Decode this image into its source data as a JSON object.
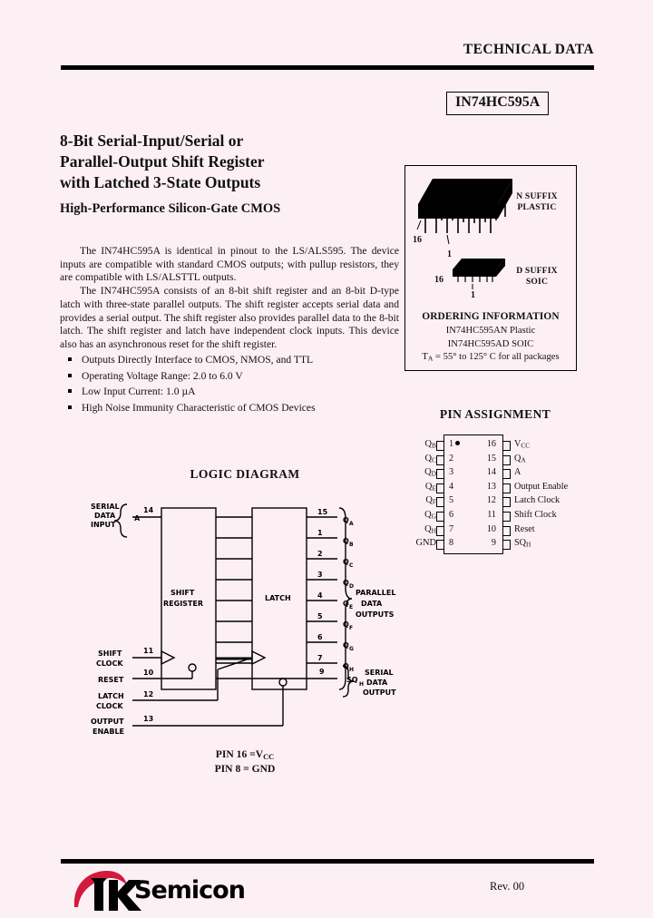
{
  "header": {
    "technical_data": "TECHNICAL DATA",
    "part_number": "IN74HC595A"
  },
  "title": {
    "line1": "8-Bit Serial-Input/Serial or",
    "line2": "Parallel-Output Shift Register",
    "line3": "with Latched 3-State Outputs",
    "subtitle": "High-Performance Silicon-Gate CMOS"
  },
  "body": {
    "paragraph1": "The IN74HC595A is identical in pinout to the LS/ALS595. The device inputs are compatible with standard CMOS outputs; with pullup resistors, they are compatible with LS/ALSTTL outputs.",
    "paragraph2": "The IN74HC595A consists of an 8-bit shift register and an 8-bit D-type latch with three-state parallel outputs. The shift register accepts serial data and provides a serial output. The shift register also provides parallel data to the 8-bit latch. The shift register and latch have independent clock inputs. This device also has an asynchronous reset for the shift register."
  },
  "features": [
    "Outputs Directly Interface to CMOS, NMOS, and TTL",
    "Operating Voltage Range: 2.0 to 6.0 V",
    "Low Input Current: 1.0 µA",
    "High Noise Immunity Characteristic of CMOS Devices"
  ],
  "package_box": {
    "n_suffix_line1": "N SUFFIX",
    "n_suffix_line2": "PLASTIC",
    "d_suffix_line1": "D SUFFIX",
    "d_suffix_line2": "SOIC",
    "dip_pin16": "16",
    "dip_pin1": "1",
    "soic_pin16": "16",
    "soic_pin1": "1",
    "ordering_title": "ORDERING INFORMATION",
    "ordering_line1": "IN74HC595AN Plastic",
    "ordering_line2": "IN74HC595AD SOIC",
    "temp_prefix": "T",
    "temp_sub": "A",
    "temp_rest": " =  55° to 125° C for all packages"
  },
  "pin_assignment": {
    "title": "PIN ASSIGNMENT",
    "left": [
      {
        "num": "1",
        "label": "Q",
        "sub": "B"
      },
      {
        "num": "2",
        "label": "Q",
        "sub": "C"
      },
      {
        "num": "3",
        "label": "Q",
        "sub": "D"
      },
      {
        "num": "4",
        "label": "Q",
        "sub": "E"
      },
      {
        "num": "5",
        "label": "Q",
        "sub": "F"
      },
      {
        "num": "6",
        "label": "Q",
        "sub": "G"
      },
      {
        "num": "7",
        "label": "Q",
        "sub": "H"
      },
      {
        "num": "8",
        "label": "GND",
        "sub": ""
      }
    ],
    "right": [
      {
        "num": "16",
        "label": "V",
        "sub": "CC"
      },
      {
        "num": "15",
        "label": "Q",
        "sub": "A"
      },
      {
        "num": "14",
        "label": "A",
        "sub": ""
      },
      {
        "num": "13",
        "label": "Output Enable",
        "sub": ""
      },
      {
        "num": "12",
        "label": "Latch Clock",
        "sub": ""
      },
      {
        "num": "11",
        "label": "Shift Clock",
        "sub": ""
      },
      {
        "num": "10",
        "label": "Reset",
        "sub": ""
      },
      {
        "num": "9",
        "label": "SQ",
        "sub": "H"
      }
    ]
  },
  "logic_diagram": {
    "title": "LOGIC DIAGRAM",
    "serial_data_input": [
      "SERIAL",
      "DATA",
      "INPUT"
    ],
    "input_label": "A",
    "input_pin": "14",
    "block_shift": [
      "SHIFT",
      "REGISTER"
    ],
    "block_latch": "LATCH",
    "parallel_outputs": [
      "PARALLEL",
      "DATA",
      "OUTPUTS"
    ],
    "outputs": [
      {
        "pin": "15",
        "q": "Q",
        "sub": "A"
      },
      {
        "pin": "1",
        "q": "Q",
        "sub": "B"
      },
      {
        "pin": "2",
        "q": "Q",
        "sub": "C"
      },
      {
        "pin": "3",
        "q": "Q",
        "sub": "D"
      },
      {
        "pin": "4",
        "q": "Q",
        "sub": "E"
      },
      {
        "pin": "5",
        "q": "Q",
        "sub": "F"
      },
      {
        "pin": "6",
        "q": "Q",
        "sub": "G"
      },
      {
        "pin": "7",
        "q": "Q",
        "sub": "H"
      }
    ],
    "controls": [
      {
        "pin": "11",
        "lines": [
          "SHIFT",
          "CLOCK"
        ]
      },
      {
        "pin": "10",
        "lines": [
          "RESET",
          ""
        ]
      },
      {
        "pin": "12",
        "lines": [
          "LATCH",
          "CLOCK"
        ]
      },
      {
        "pin": "13",
        "lines": [
          "OUTPUT",
          "ENABLE"
        ]
      }
    ],
    "serial_out_pin": "9",
    "serial_out_label": "SQ",
    "serial_out_sub": "H",
    "serial_data_output": [
      "SERIAL",
      "DATA",
      "OUTPUT"
    ],
    "pin_note_line1_a": "PIN 16 =V",
    "pin_note_line1_b": "CC",
    "pin_note_line2": "PIN 8 = GND"
  },
  "footer": {
    "logo_text": "Semicon",
    "revision": "Rev. 00"
  },
  "colors": {
    "page_background": "#fdf0f5",
    "ink": "#000000",
    "logo_red": "#d21a3c"
  }
}
